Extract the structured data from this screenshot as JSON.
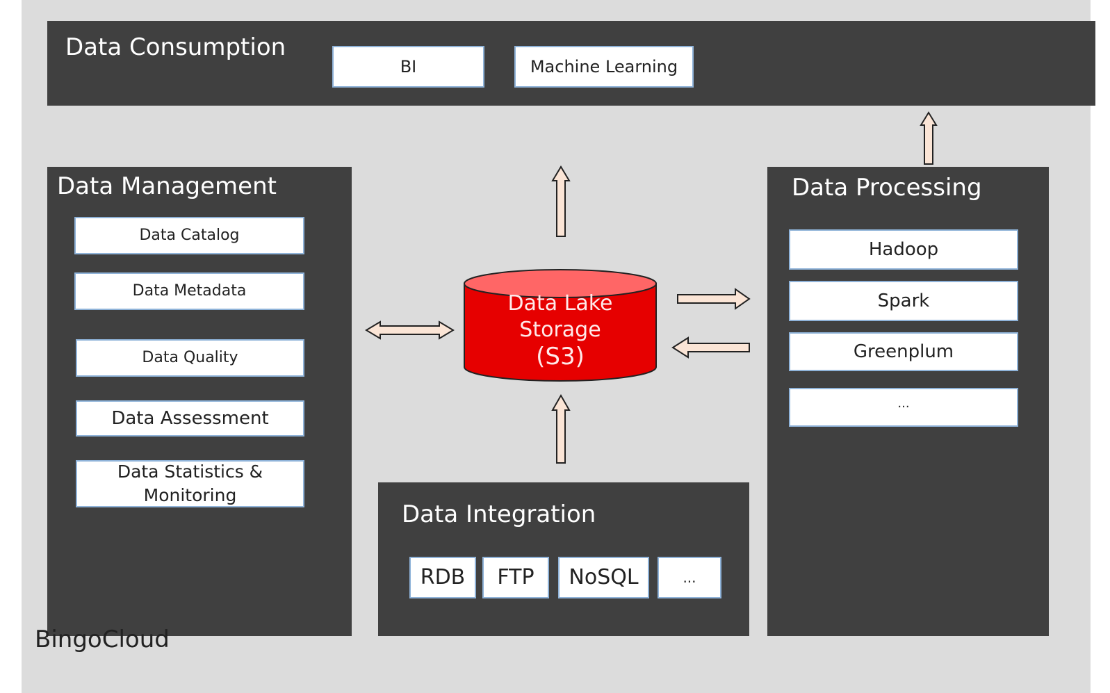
{
  "consumption": {
    "title": "Data Consumption",
    "items": [
      "BI",
      "Machine Learning"
    ]
  },
  "management": {
    "title": "Data Management",
    "items": [
      "Data Catalog",
      "Data Metadata",
      "Data Quality",
      "Data Assessment",
      "Data Statistics &",
      "Monitoring"
    ]
  },
  "storage": {
    "line1": "Data Lake",
    "line2": "Storage",
    "line3": "(S3)"
  },
  "processing": {
    "title": "Data Processing",
    "items": [
      "Hadoop",
      "Spark",
      "Greenplum",
      "..."
    ]
  },
  "integration": {
    "title": "Data Integration",
    "items": [
      "RDB",
      "FTP",
      "NoSQL",
      "..."
    ]
  },
  "footer": "BingoCloud",
  "colors": {
    "background": "#dcdcdc",
    "panel": "#404040",
    "cylinder": "#e60000",
    "cylinder_top": "#ff6666",
    "arrow_fill": "#fbe5d6",
    "box_border": "#8fb3d9"
  }
}
